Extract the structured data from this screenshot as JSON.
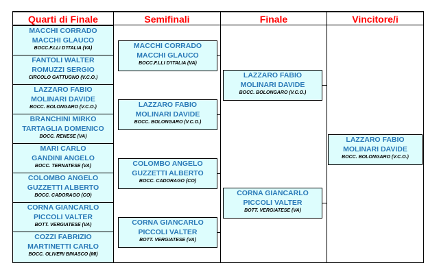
{
  "headers": {
    "quarti": "Quarti di Finale",
    "semi": "Semifinali",
    "finale": "Finale",
    "vincitore": "Vincitore/i"
  },
  "quarti": [
    {
      "p1": "MACCHI CORRADO",
      "p2": "MACCHI GLAUCO",
      "club": "BOCC.F.LLI D'ITALIA (VA)"
    },
    {
      "p1": "FANTOLI WALTER",
      "p2": "ROMUZZI SERGIO",
      "club": "CIRCOLO GATTUGNO (V.C.O.)"
    },
    {
      "p1": "LAZZARO FABIO",
      "p2": "MOLINARI DAVIDE",
      "club": "BOCC. BOLONGARO (V.C.O.)"
    },
    {
      "p1": "BRANCHINI MIRKO",
      "p2": "TARTAGLIA DOMENICO",
      "club": "BOCC. RENESE (VA)"
    },
    {
      "p1": "MARI CARLO",
      "p2": "GANDINI ANGELO",
      "club": "BOCC. TERNATESE (VA)"
    },
    {
      "p1": "COLOMBO ANGELO",
      "p2": "GUZZETTI ALBERTO",
      "club": "BOCC. CADORAGO (CO)"
    },
    {
      "p1": "CORNA GIANCARLO",
      "p2": "PICCOLI VALTER",
      "club": "BOTT. VERGIATESE (VA)"
    },
    {
      "p1": "COZZI FABRIZIO",
      "p2": "MARTINETTI CARLO",
      "club": "BOCC. OLIVERI BINASCO (MI)"
    }
  ],
  "semifinali": [
    {
      "p1": "MACCHI CORRADO",
      "p2": "MACCHI GLAUCO",
      "club": "BOCC.F.LLI D'ITALIA (VA)"
    },
    {
      "p1": "LAZZARO FABIO",
      "p2": "MOLINARI DAVIDE",
      "club": "BOCC. BOLONGARO (V.C.O.)"
    },
    {
      "p1": "COLOMBO ANGELO",
      "p2": "GUZZETTI ALBERTO",
      "club": "BOCC. CADORAGO (CO)"
    },
    {
      "p1": "CORNA GIANCARLO",
      "p2": "PICCOLI VALTER",
      "club": "BOTT. VERGIATESE (VA)"
    }
  ],
  "finale": [
    {
      "p1": "LAZZARO FABIO",
      "p2": "MOLINARI DAVIDE",
      "club": "BOCC. BOLONGARO (V.C.O.)"
    },
    {
      "p1": "CORNA GIANCARLO",
      "p2": "PICCOLI VALTER",
      "club": "BOTT. VERGIATESE (VA)"
    }
  ],
  "vincitore": {
    "p1": "LAZZARO FABIO",
    "p2": "MOLINARI DAVIDE",
    "club": "BOCC. BOLONGARO (V.C.O.)"
  }
}
